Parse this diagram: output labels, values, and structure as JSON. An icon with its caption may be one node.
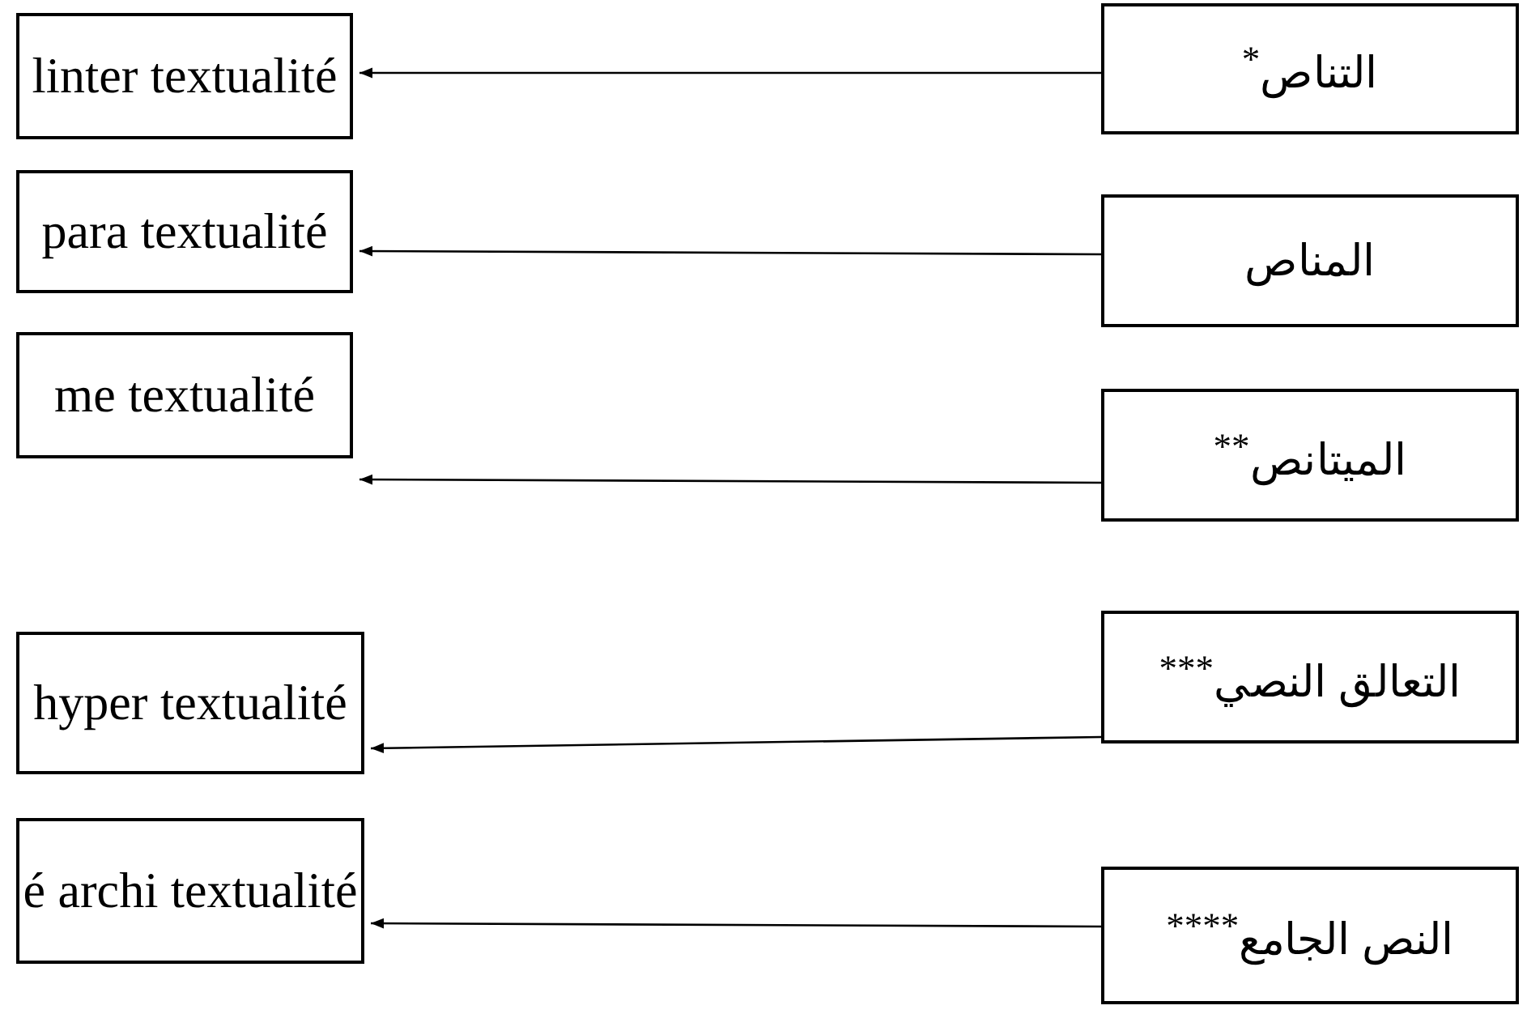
{
  "diagram": {
    "nodes": [
      {
        "text": [
          "linter textualité"
        ]
      },
      {
        "text": [
          "التناص$^{*}$"
        ]
      },
      {
        "text": [
          "para textualité"
        ]
      },
      {
        "text": [
          "المناص"
        ]
      },
      {
        "text": [
          "me textualité"
        ]
      },
      {
        "text": [
          "الميتانص$^{**}$"
        ]
      },
      {
        "text": [
          "hyper textualité"
        ]
      },
      {
        "text": [
          "التعالق النصي$^{***}$"
        ]
      },
      {
        "text": [
          "é archi textualité"
        ]
      },
      {
        "text": [
          "النص الجامع$^{****}$"
        ]
      }
    ],
    "edges": [
      {
        "from": 1,
        "to": 0,
        "arrow": "to"
      },
      {
        "from": 3,
        "to": 2,
        "arrow": "to"
      },
      {
        "from": 5,
        "to": 4,
        "arrow": "to"
      },
      {
        "from": 7,
        "to": 6,
        "arrow": "to"
      },
      {
        "from": 9,
        "to": 8,
        "arrow": "to"
      }
    ]
  }
}
